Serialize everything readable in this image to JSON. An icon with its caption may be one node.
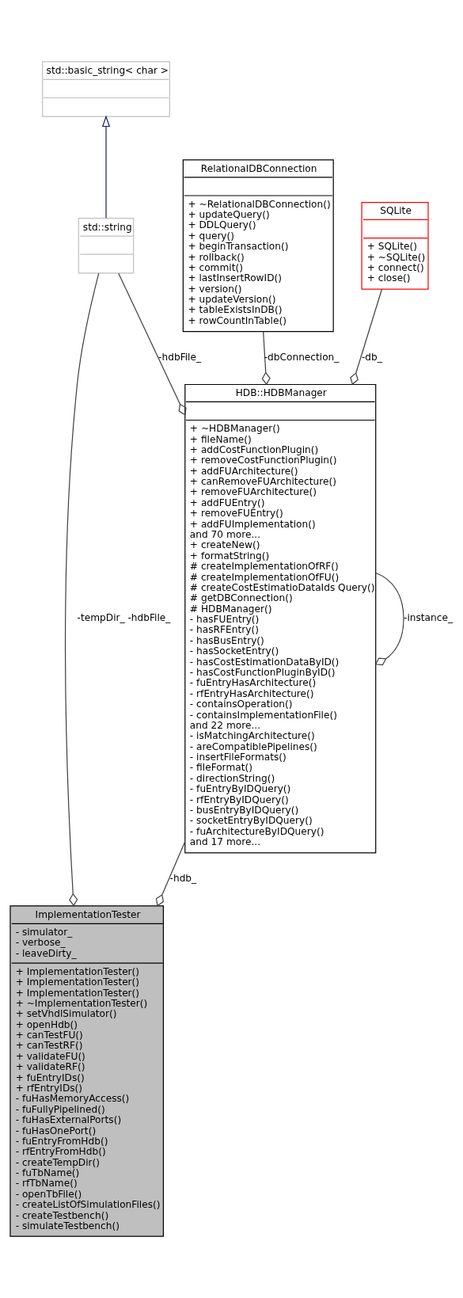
{
  "diagram": {
    "nodes": [
      {
        "text": [
          "std::basic_string< char >"
        ]
      },
      {
        "text": [
          "RelationalDBConnection",
          "+ ~RelationalDBConnection()",
          "+ updateQuery()",
          "+ DDLQuery()",
          "+ query()",
          "+ beginTransaction()",
          "+ rollback()",
          "+ commit()",
          "+ lastInsertRowID()",
          "+ version()",
          "+ updateVersion()",
          "+ tableExistsInDB()",
          "+ rowCountInTable()"
        ]
      },
      {
        "text": [
          "SQLite",
          "+ SQLite()",
          "+ ~SQLite()",
          "+ connect()",
          "+ close()"
        ]
      },
      {
        "text": [
          "std::string"
        ]
      },
      {
        "text": [
          "HDB::HDBManager",
          "+ ~HDBManager()",
          "+ fileName()",
          "+ addCostFunctionPlugin()",
          "+ removeCostFunctionPlugin()",
          "+ addFUArchitecture()",
          "+ canRemoveFUArchitecture()",
          "+ removeFUArchitecture()",
          "+ addFUEntry()",
          "+ removeFUEntry()",
          "+ addFUImplementation()",
          "and 70 more...",
          "+ createNew()",
          "+ formatString()",
          "# createImplementationOfRF()",
          "# createImplementationOfFU()",
          "# createCostEstimatioDataIds Query()",
          "# getDBConnection()",
          "# HDBManager()",
          "- hasFUEntry()",
          "- hasRFEntry()",
          "- hasBusEntry()",
          "- hasSocketEntry()",
          "- hasCostEstimationDataByID()",
          "- hasCostFunctionPluginByID()",
          "- fuEntryHasArchitecture()",
          "- rfEntryHasArchitecture()",
          "- containsOperation()",
          "- containsImplementationFile()",
          "and 22 more...",
          "- isMatchingArchitecture()",
          "- areCompatiblePipelines()",
          "- insertFileFormats()",
          "- fileFormat()",
          "- directionString()",
          "- fuEntryByIDQuery()",
          "- rfEntryByIDQuery()",
          "- busEntryByIDQuery()",
          "- socketEntryByIDQuery()",
          "- fuArchitectureByIDQuery()",
          "and 17 more..."
        ]
      },
      {
        "text": [
          "ImplementationTester",
          "- simulator_",
          "- verbose_",
          "- leaveDirty_",
          "+ ImplementationTester()",
          "+ ImplementationTester()",
          "+ ImplementationTester()",
          "+ ~ImplementationTester()",
          "+ setVhdlSimulator()",
          "+ openHdb()",
          "+ canTestFU()",
          "+ canTestRF()",
          "+ validateFU()",
          "+ validateRF()",
          "+ fuEntryIDs()",
          "+ rfEntryIDs()",
          "- fuHasMemoryAccess()",
          "- fuFullyPipelined()",
          "- fuHasExternalPorts()",
          "- fuHasOnePort()",
          "- fuEntryFromHdb()",
          "- rfEntryFromHdb()",
          "- createTempDir()",
          "- fuTbName()",
          "- rfTbName()",
          "- openTbFile()",
          "- createListOfSimulationFiles()",
          "- createTestbench()",
          "- simulateTestbench()"
        ]
      }
    ],
    "edges": [
      {
        "from": 3,
        "to": 0,
        "arrow": "to",
        "color": "#191970"
      },
      {
        "from": 1,
        "to": 4,
        "arrow": "other",
        "label": "-dbConnection_"
      },
      {
        "from": 2,
        "to": 4,
        "arrow": "other",
        "label": "-db_"
      },
      {
        "from": 3,
        "to": 4,
        "arrow": "other",
        "label": "-hdbFile_"
      },
      {
        "from": 4,
        "to": 4,
        "arrow": "other",
        "label": "-instance_"
      },
      {
        "from": 4,
        "to": 5,
        "arrow": "other",
        "label": "-hdb_"
      },
      {
        "from": 3,
        "to": 5,
        "arrow": "other",
        "label": "-tempDir_ -hdbFile_"
      }
    ]
  }
}
